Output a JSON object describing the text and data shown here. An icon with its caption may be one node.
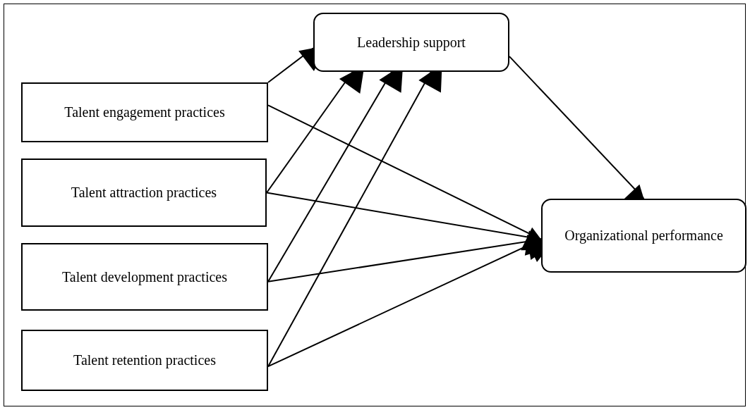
{
  "diagram": {
    "nodes": [
      {
        "text": [
          "Leadership support"
        ]
      },
      {
        "text": [
          "Talent engagement practices"
        ]
      },
      {
        "text": [
          "Talent attraction practices"
        ]
      },
      {
        "text": [
          "Talent development practices"
        ]
      },
      {
        "text": [
          "Talent retention practices"
        ]
      },
      {
        "text": [
          "Organizational performance"
        ]
      }
    ],
    "edges": [
      {
        "from": 1,
        "to": 0,
        "arrow": "to"
      },
      {
        "from": 2,
        "to": 0,
        "arrow": "to"
      },
      {
        "from": 3,
        "to": 0,
        "arrow": "to"
      },
      {
        "from": 4,
        "to": 0,
        "arrow": "to"
      },
      {
        "from": 1,
        "to": 5,
        "arrow": "to"
      },
      {
        "from": 2,
        "to": 5,
        "arrow": "to"
      },
      {
        "from": 3,
        "to": 5,
        "arrow": "to"
      },
      {
        "from": 4,
        "to": 5,
        "arrow": "to"
      },
      {
        "from": 0,
        "to": 5,
        "arrow": "to"
      }
    ]
  }
}
